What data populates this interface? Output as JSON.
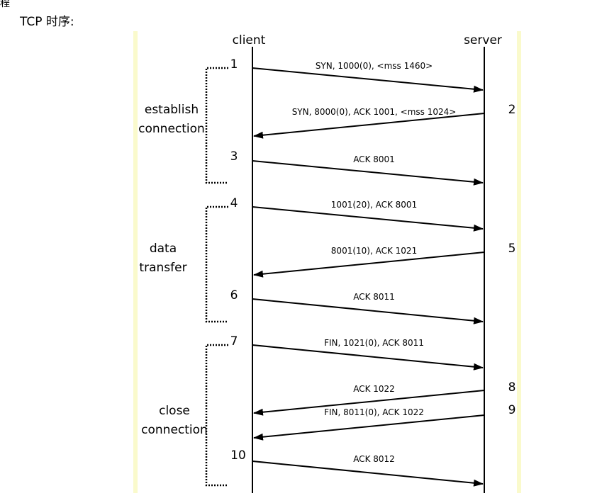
{
  "page": {
    "heading": "TCP 时序:",
    "clipped_glyph": "程"
  },
  "diagram": {
    "colors": {
      "rail": "#fafacc",
      "line": "#000000"
    },
    "actors": {
      "client": "client",
      "server": "server"
    },
    "phases": [
      {
        "id": "establish",
        "lines": [
          "establish",
          "connection"
        ]
      },
      {
        "id": "data",
        "lines": [
          "data",
          "transfer"
        ]
      },
      {
        "id": "close",
        "lines": [
          "close",
          "connection"
        ]
      }
    ],
    "messages": [
      {
        "step": "1",
        "label": "SYN, 1000(0), <mss 1460>",
        "from": "client",
        "to": "server"
      },
      {
        "step": "2",
        "label": "SYN, 8000(0), ACK 1001, <mss 1024>",
        "from": "server",
        "to": "client"
      },
      {
        "step": "3",
        "label": "ACK 8001",
        "from": "client",
        "to": "server"
      },
      {
        "step": "4",
        "label": "1001(20), ACK 8001",
        "from": "client",
        "to": "server"
      },
      {
        "step": "5",
        "label": "8001(10), ACK 1021",
        "from": "server",
        "to": "client"
      },
      {
        "step": "6",
        "label": "ACK 8011",
        "from": "client",
        "to": "server"
      },
      {
        "step": "7",
        "label": "FIN, 1021(0), ACK 8011",
        "from": "client",
        "to": "server"
      },
      {
        "step": "8",
        "label": "ACK 1022",
        "from": "server",
        "to": "client"
      },
      {
        "step": "9",
        "label": "FIN, 8011(0), ACK 1022",
        "from": "server",
        "to": "client"
      },
      {
        "step": "10",
        "label": "ACK 8012",
        "from": "client",
        "to": "server"
      }
    ]
  }
}
